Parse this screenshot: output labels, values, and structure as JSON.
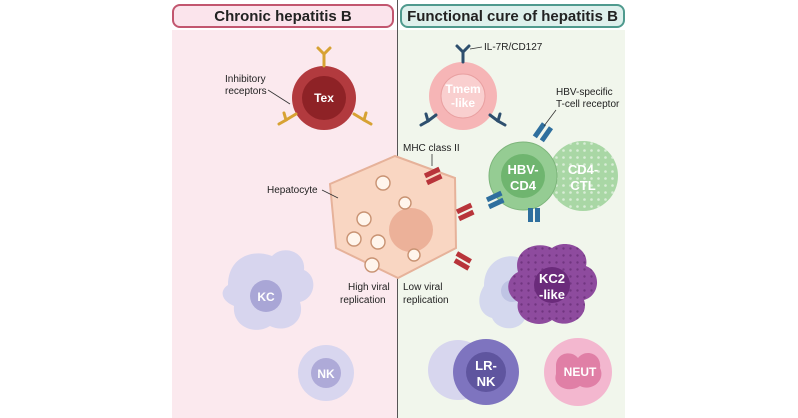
{
  "headers": {
    "left": "Chronic hepatitis B",
    "right": "Functional cure of hepatitis B"
  },
  "colors": {
    "left_panel": "#fbe9ee",
    "right_panel": "#f1f6ec",
    "left_border": "#c2566f",
    "right_border": "#4f9a8e"
  },
  "cells": {
    "tex": "Tex",
    "tmem_line1": "Tmem",
    "tmem_line2": "-like",
    "hbv_cd4_line1": "HBV-",
    "hbv_cd4_line2": "CD4",
    "cd4_ctl_line1": "CD4-",
    "cd4_ctl_line2": "CTL",
    "kc": "KC",
    "nk": "NK",
    "kc2_line1": "KC2",
    "kc2_line2": "-like",
    "lr_nk_line1": "LR-",
    "lr_nk_line2": "NK",
    "neut": "NEUT"
  },
  "labels": {
    "inhibitory_line1": "Inhibitory",
    "inhibitory_line2": "receptors",
    "il7r": "IL-7R/CD127",
    "hbv_tcr_line1": "HBV-specific",
    "hbv_tcr_line2": "T-cell receptor",
    "mhc": "MHC class II",
    "hepatocyte": "Hepatocyte",
    "high_line1": "High viral",
    "high_line2": "replication",
    "low_line1": "Low viral",
    "low_line2": "replication"
  }
}
